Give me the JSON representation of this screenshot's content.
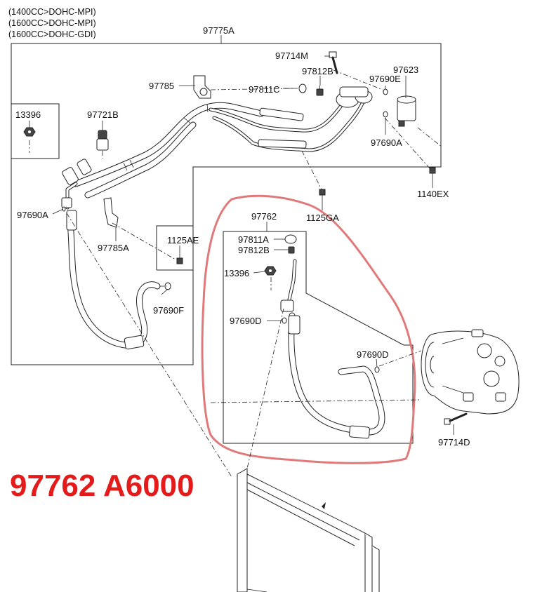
{
  "header_lines": [
    "(1400CC>DOHC-MPI)",
    "(1600CC>DOHC-MPI)",
    "(1600CC>DOHC-GDI)"
  ],
  "part_number_overlay": "97762 A6000",
  "accent_color": "#e31b1b",
  "highlight_color": "#e07a7a",
  "labels": {
    "assy_97775A": "97775A",
    "p97714M": "97714M",
    "p97812B_top": "97812B",
    "p97623": "97623",
    "p97785": "97785",
    "p97811C": "97811C",
    "p97690E": "97690E",
    "p97690A_right": "97690A",
    "p13396_left": "13396",
    "p97721B": "97721B",
    "p1140EX": "1140EX",
    "p1125GA": "1125GA",
    "p97690A_left": "97690A",
    "p97785A": "97785A",
    "p1125AE": "1125AE",
    "p97690F": "97690F",
    "assy_97762": "97762",
    "p97811A": "97811A",
    "p97812B_mid": "97812B",
    "p13396_mid": "13396",
    "p97690D_left": "97690D",
    "p97690D_right": "97690D",
    "p97714D": "97714D"
  }
}
